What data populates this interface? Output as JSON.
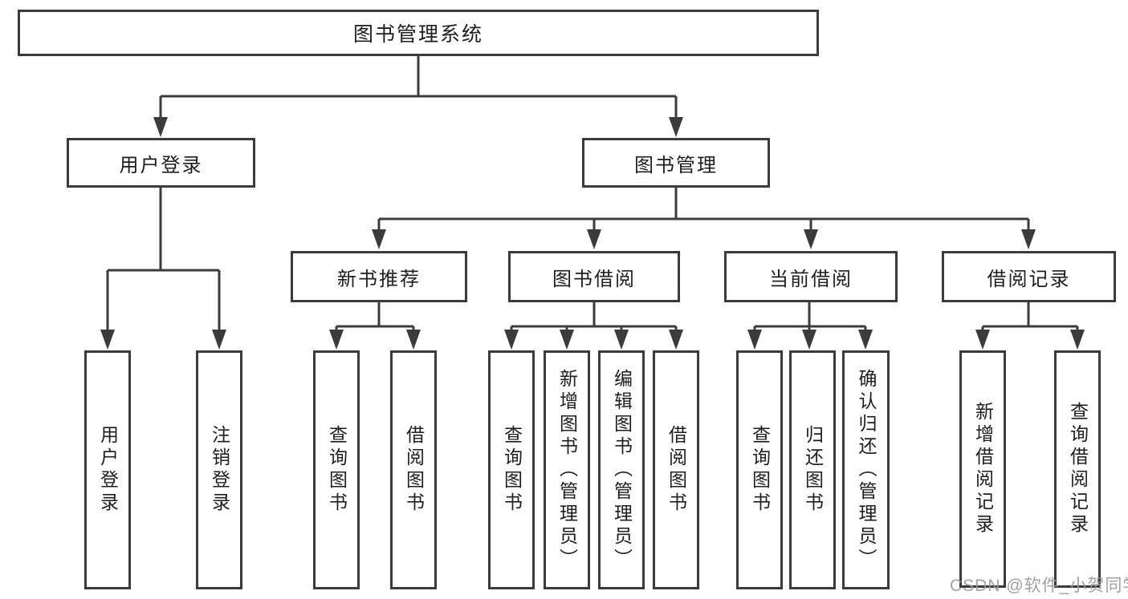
{
  "diagram": {
    "root": "图书管理系统",
    "level2": {
      "user_login": "用户登录",
      "book_mgmt": "图书管理"
    },
    "level3": {
      "new_books": "新书推荐",
      "book_borrow": "图书借阅",
      "current_borrow": "当前借阅",
      "borrow_records": "借阅记录"
    },
    "leaves": {
      "user_login": [
        "用户登录",
        "注销登录"
      ],
      "new_books": [
        "查询图书",
        "借阅图书"
      ],
      "book_borrow": [
        "查询图书",
        "新增图书（管理员）",
        "编辑图书（管理员）",
        "借阅图书"
      ],
      "current_borrow": [
        "查询图书",
        "归还图书",
        "确认归还（管理员）"
      ],
      "borrow_records": [
        "新增借阅记录",
        "查询借阅记录"
      ]
    },
    "watermark": "CSDN @软件_小贺同学",
    "colors": {
      "line": "#3b3b3b",
      "text": "#1e1e1e",
      "watermark": "#9b9b9b",
      "background": "#ffffff"
    }
  }
}
